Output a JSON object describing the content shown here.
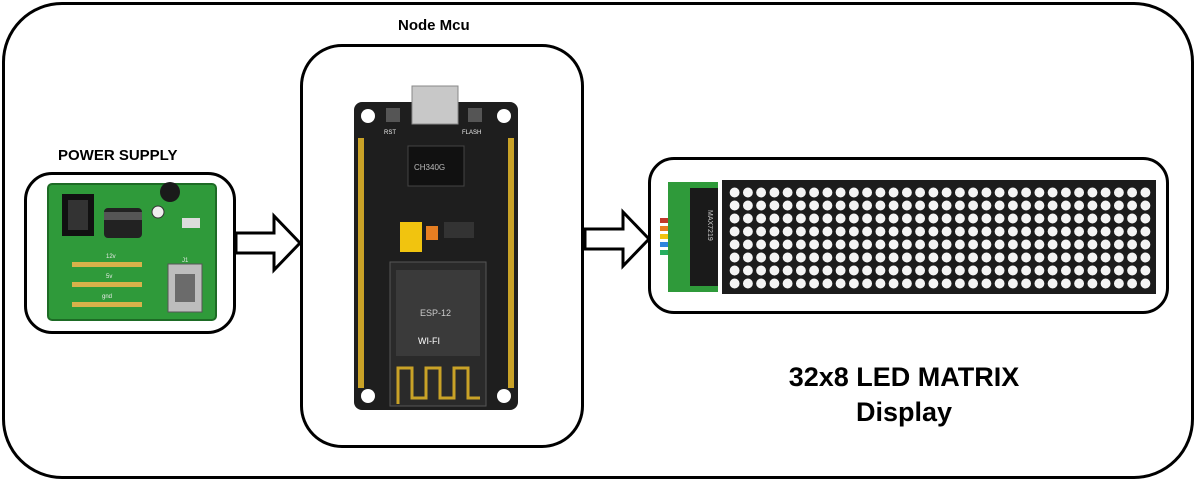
{
  "power_supply": {
    "label": "POWER SUPPLY",
    "silkscreen_12v": "12v",
    "silkscreen_5v": "5v",
    "silkscreen_gnd": "gnd",
    "usb_label": "J1"
  },
  "node_mcu": {
    "label": "Node Mcu",
    "button_left": "RST",
    "button_right": "FLASH",
    "chip_label": "CH340G",
    "module_label": "ESP-12",
    "brand": "WI-FI"
  },
  "led_matrix": {
    "title_line1": "32x8 LED MATRIX",
    "title_line2": "Display",
    "chip_label": "MAX7219",
    "columns": 32,
    "rows": 8,
    "wire_colors": [
      "#c0392b",
      "#e67e22",
      "#f1c40f",
      "#2e86de",
      "#27ae60"
    ]
  },
  "colors": {
    "pcb_green": "#2f9a3a",
    "mcu_board": "#1e1e1e",
    "pin_gold": "#c9a227",
    "arrow_fill": "#ffffff",
    "stroke": "#000000"
  }
}
